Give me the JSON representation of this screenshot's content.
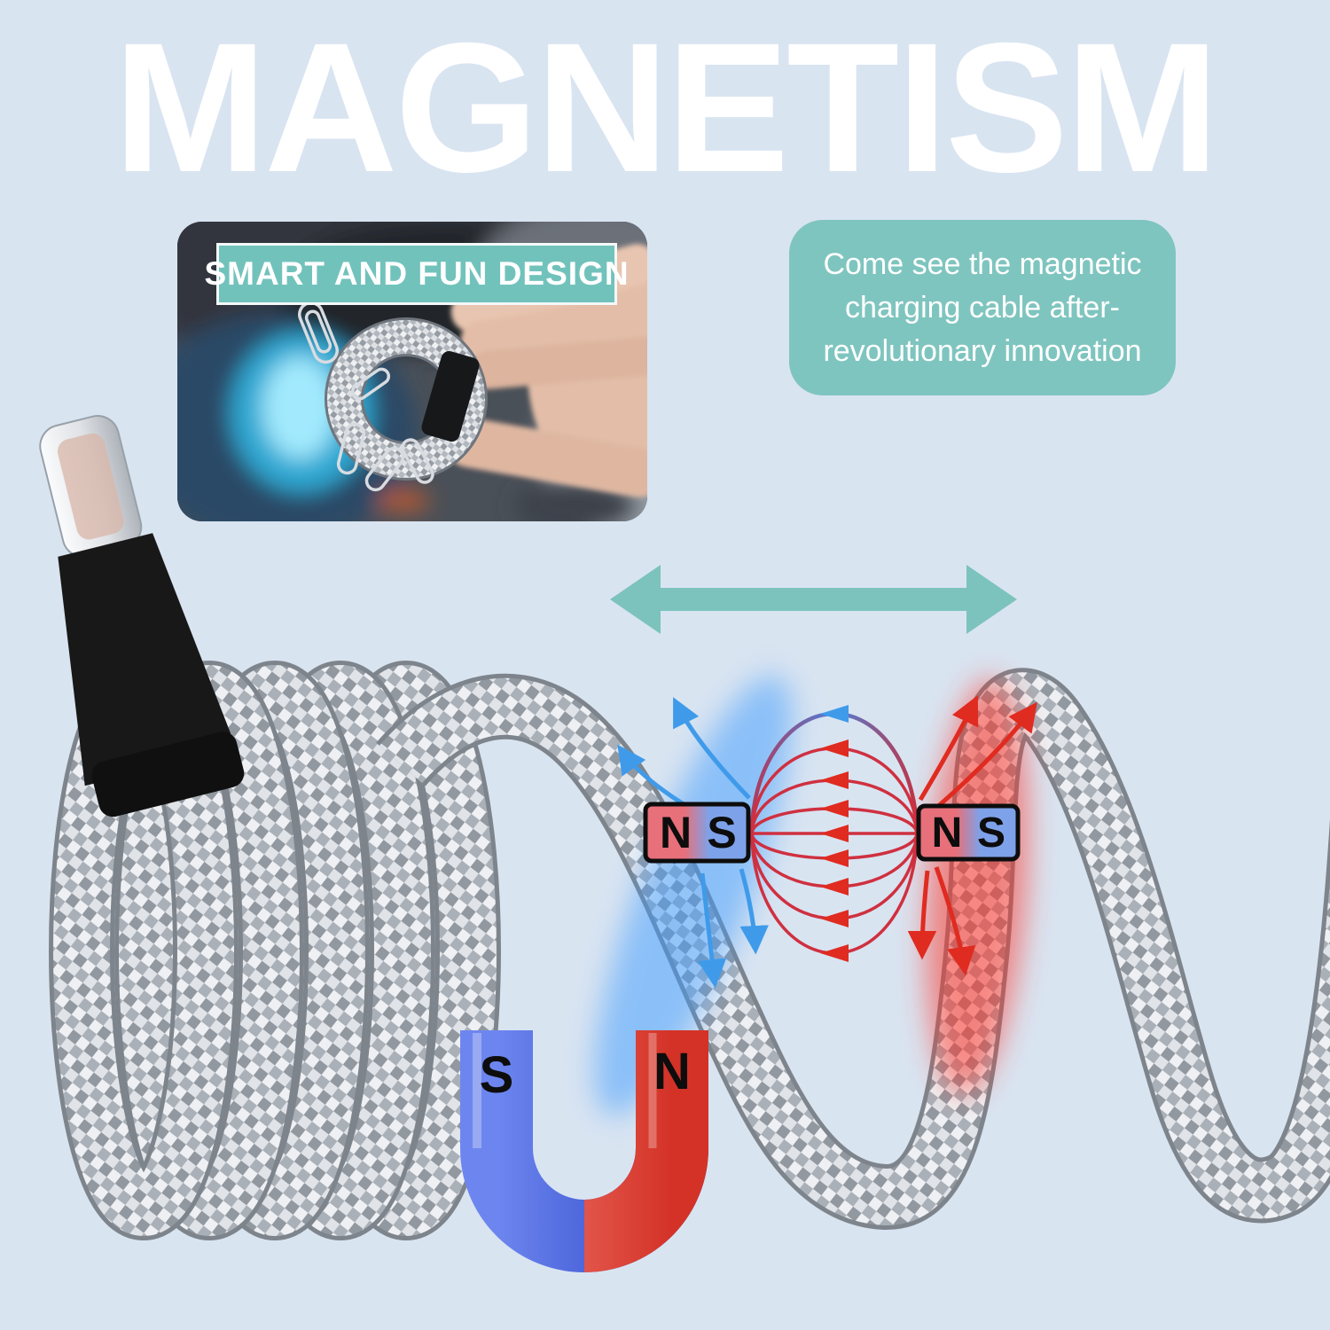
{
  "title": "MAGNETISM",
  "photo": {
    "caption": "SMART AND FUN DESIGN",
    "description": "hand holding coiled magnetic cable with paper clips attached"
  },
  "callout": {
    "line1": "Come see the magnetic",
    "line2": "charging cable after-",
    "line3": "revolutionary innovation"
  },
  "bar_magnets": {
    "left": {
      "n": "N",
      "s": "S"
    },
    "right": {
      "n": "N",
      "s": "S"
    }
  },
  "horseshoe_magnet": {
    "s": "S",
    "n": "N"
  },
  "icons": {
    "double_arrow": "teal-double-headed-arrow",
    "usb_connector": "usb-c-plug",
    "field_lines": "magnetic-field-lines"
  },
  "colors": {
    "background": "#d9e4f1",
    "teal": "#7fc5bf",
    "title_white": "#ffffff",
    "magnet_red": "#e7707a",
    "magnet_blue": "#7ea2e9",
    "field_red": "#cf3040",
    "field_blue": "#3f9bea",
    "horseshoe_blue": "#3a55d6",
    "horseshoe_red": "#e0443a",
    "cable_gray": "#c9cdd3"
  }
}
